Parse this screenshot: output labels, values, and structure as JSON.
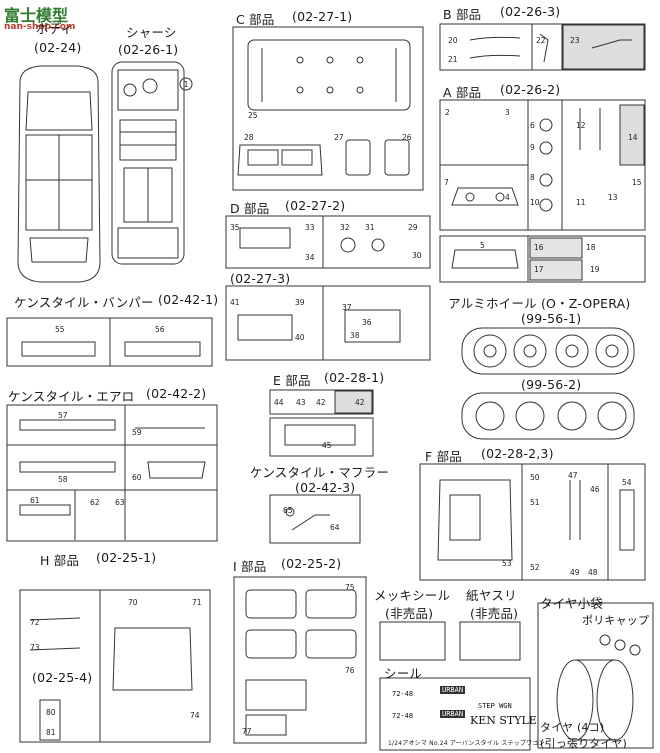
{
  "watermark": {
    "logo_text": "富士模型",
    "url_text": "nan-shop.com"
  },
  "sections": {
    "body": {
      "title": "ボディ",
      "code": "(02-24)"
    },
    "chassis": {
      "title": "シャーシ",
      "code": "(02-26-1)"
    },
    "parts_c": {
      "title": "C 部品",
      "code": "(02-27-1)"
    },
    "parts_b": {
      "title": "B 部品",
      "code": "(02-26-3)"
    },
    "parts_a": {
      "title": "A 部品",
      "code": "(02-26-2)"
    },
    "parts_d": {
      "title": "D 部品",
      "code": "(02-27-2)"
    },
    "parts_d2": {
      "code": "(02-27-3)"
    },
    "bumper": {
      "title": "ケンスタイル・バンパー",
      "code": "(02-42-1)"
    },
    "wheel": {
      "title": "アルミホイール (O・Z-OPERA)",
      "code1": "(99-56-1)",
      "code2": "(99-56-2)"
    },
    "aero": {
      "title": "ケンスタイル・エアロ",
      "code": "(02-42-2)"
    },
    "parts_e": {
      "title": "E 部品",
      "code": "(02-28-1)"
    },
    "muffler": {
      "title": "ケンスタイル・マフラー",
      "code": "(02-42-3)"
    },
    "parts_f": {
      "title": "F 部品",
      "code": "(02-28-2,3)"
    },
    "parts_h": {
      "title": "H 部品",
      "code": "(02-25-1)"
    },
    "parts_h2": {
      "code": "(02-25-4)"
    },
    "parts_i": {
      "title": "I 部品",
      "code": "(02-25-2)"
    },
    "metal_seal": {
      "title": "メッキシール",
      "note": "(非売品)"
    },
    "sandpaper": {
      "title": "紙ヤスリ",
      "note": "(非売品)"
    },
    "tire_bag": {
      "title": "タイヤ小袋",
      "poly_cap": "ポリキャップ",
      "tire_note1": "タイヤ (4コ)",
      "tire_note2": "(引っ張りタイヤ)"
    },
    "seal": {
      "title": "シール",
      "plate1": "72-48",
      "plate2": "72-48",
      "brand": "KEN STYLE",
      "tag1": "URBAN",
      "tag2": "URBAN",
      "tag3": "STEP WGN",
      "footer": "1/24アオシマ No.24 アーバンスタイル ステップワゴン"
    }
  }
}
